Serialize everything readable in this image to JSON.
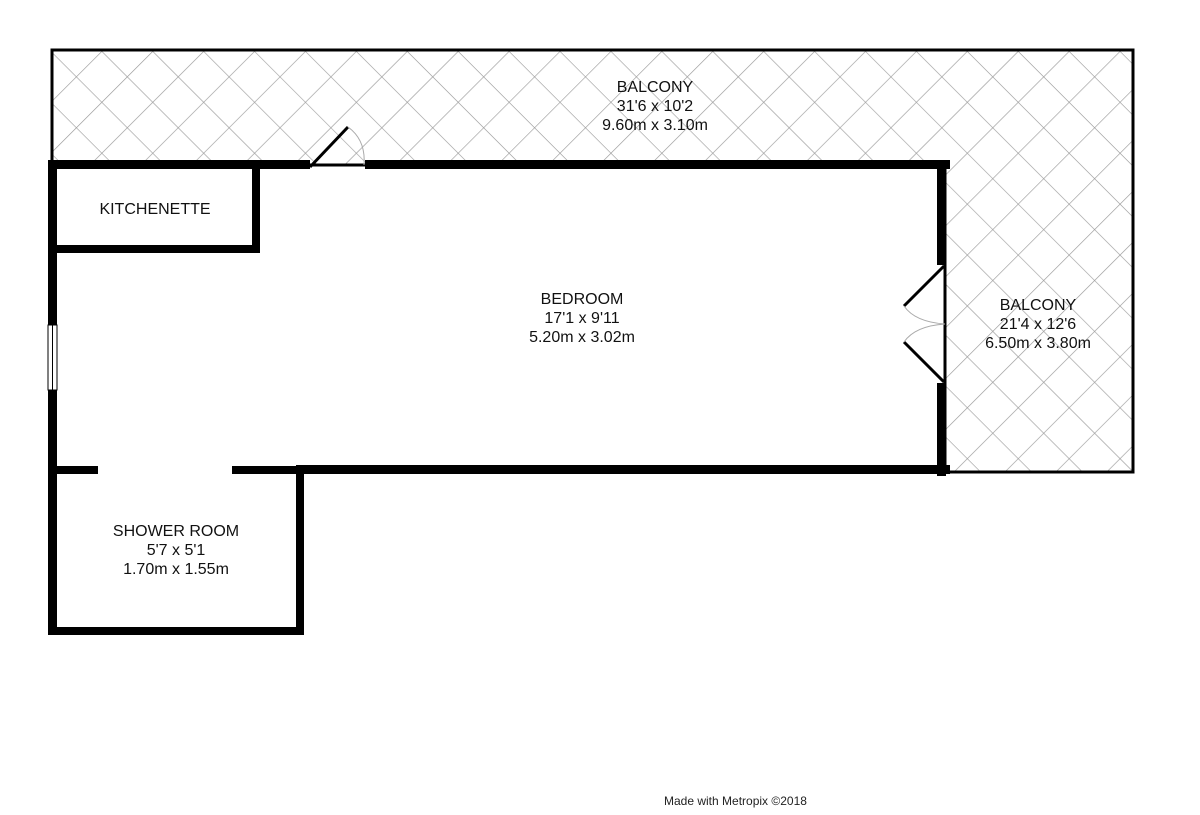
{
  "rooms": {
    "balcony_top": {
      "name": "BALCONY",
      "imperial": "31'6 x 10'2",
      "metric": "9.60m x 3.10m"
    },
    "balcony_right": {
      "name": "BALCONY",
      "imperial": "21'4 x 12'6",
      "metric": "6.50m x 3.80m"
    },
    "kitchenette": {
      "name": "KITCHENETTE"
    },
    "bedroom": {
      "name": "BEDROOM",
      "imperial": "17'1 x 9'11",
      "metric": "5.20m x 3.02m"
    },
    "shower_room": {
      "name": "SHOWER ROOM",
      "imperial": "5'7 x 5'1",
      "metric": "1.70m x 1.55m"
    }
  },
  "credit": "Made with Metropix ©2018",
  "colors": {
    "wall": "#000000",
    "hatch": "#9a9a9a"
  }
}
